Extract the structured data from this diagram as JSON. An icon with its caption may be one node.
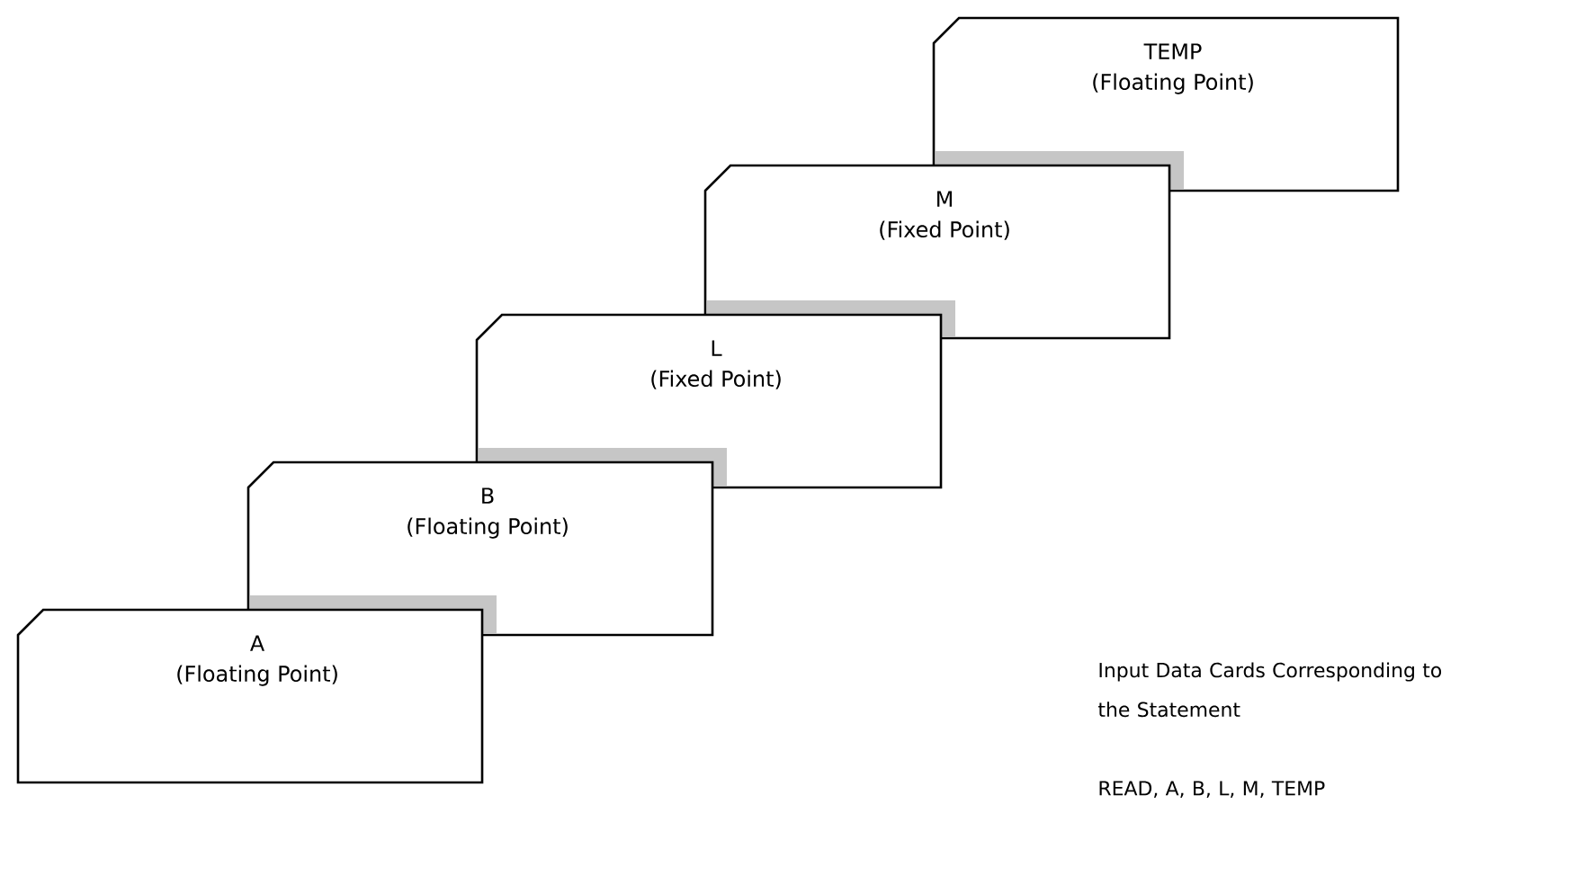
{
  "diagram": {
    "nodes": [
      {
        "text": [
          "A",
          "(Floating Point)"
        ]
      },
      {
        "text": [
          "B",
          "(Floating Point)"
        ]
      },
      {
        "text": [
          "L",
          "(Fixed Point)"
        ]
      },
      {
        "text": [
          "M",
          "(Fixed Point)"
        ]
      },
      {
        "text": [
          "TEMP",
          "(Floating Point)"
        ]
      }
    ],
    "labels": [
      "Input Data Cards Corresponding to the Statement",
      "READ, A, B, L, M, TEMP"
    ]
  }
}
